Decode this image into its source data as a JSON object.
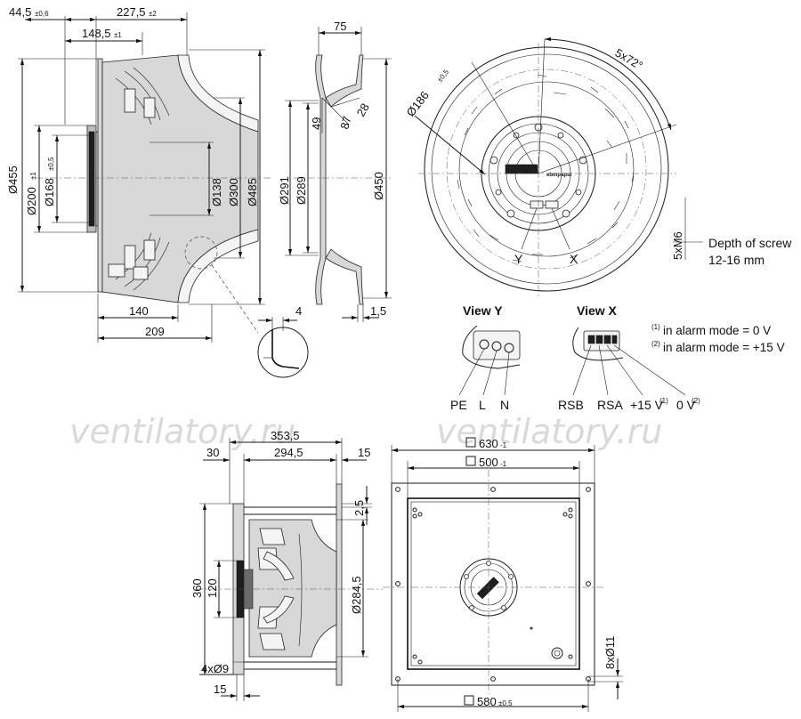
{
  "watermark": "ventilatory.ru",
  "top_left": {
    "dim_44_5": "44,5",
    "dim_44_5_tol": "±0,6",
    "dim_227_5": "227,5",
    "dim_227_5_tol": "±2",
    "dim_148_5": "148,5",
    "dim_148_5_tol": "±1",
    "dim_455": "Ø455",
    "dim_200": "Ø200",
    "dim_200_tol": "±1",
    "dim_168": "Ø168",
    "dim_168_tol": "±0,5",
    "dim_138": "Ø138",
    "dim_300": "Ø300",
    "dim_485": "Ø485",
    "dim_140": "140",
    "dim_209": "209",
    "dim_4": "4"
  },
  "top_mid": {
    "dim_75": "75",
    "dim_49": "49",
    "dim_87": "87",
    "dim_28": "28",
    "dim_291": "Ø291",
    "dim_289": "Ø289",
    "dim_450": "Ø450",
    "dim_1_5": "1,5"
  },
  "top_right": {
    "dim_186": "Ø186",
    "dim_186_tol": "±0,5",
    "dim_5x72": "5x72°",
    "dim_5xM6": "5xM6",
    "depth_line1": "Depth of screw",
    "depth_line2": "12-16 mm",
    "label_y": "Y",
    "label_x": "X",
    "brand": "ebmpapst"
  },
  "view_y": {
    "title": "View Y",
    "pins": [
      "PE",
      "L",
      "N"
    ]
  },
  "view_x": {
    "title": "View X",
    "pins": [
      "RSB",
      "RSA",
      "+15 V",
      "0 V"
    ],
    "sup1": "(1)",
    "sup2": "(2)"
  },
  "notes": {
    "note1_sup": "(1)",
    "note1": "in alarm mode = 0 V",
    "note2_sup": "(2)",
    "note2": "in alarm mode = +15 V"
  },
  "bottom_left": {
    "dim_353_5": "353,5",
    "dim_30": "30",
    "dim_294_5": "294,5",
    "dim_15_top": "15",
    "dim_2_5": "2,5",
    "dim_360": "360",
    "dim_120": "120",
    "dim_284_5": "Ø284,5",
    "dim_4x9": "4xØ9",
    "dim_15_bottom": "15"
  },
  "bottom_right": {
    "dim_630": "630",
    "dim_630_tol": "-1",
    "dim_500": "500",
    "dim_500_tol": "-1",
    "dim_580": "580",
    "dim_580_tol": "±0,5",
    "dim_8x11": "8xØ11"
  }
}
